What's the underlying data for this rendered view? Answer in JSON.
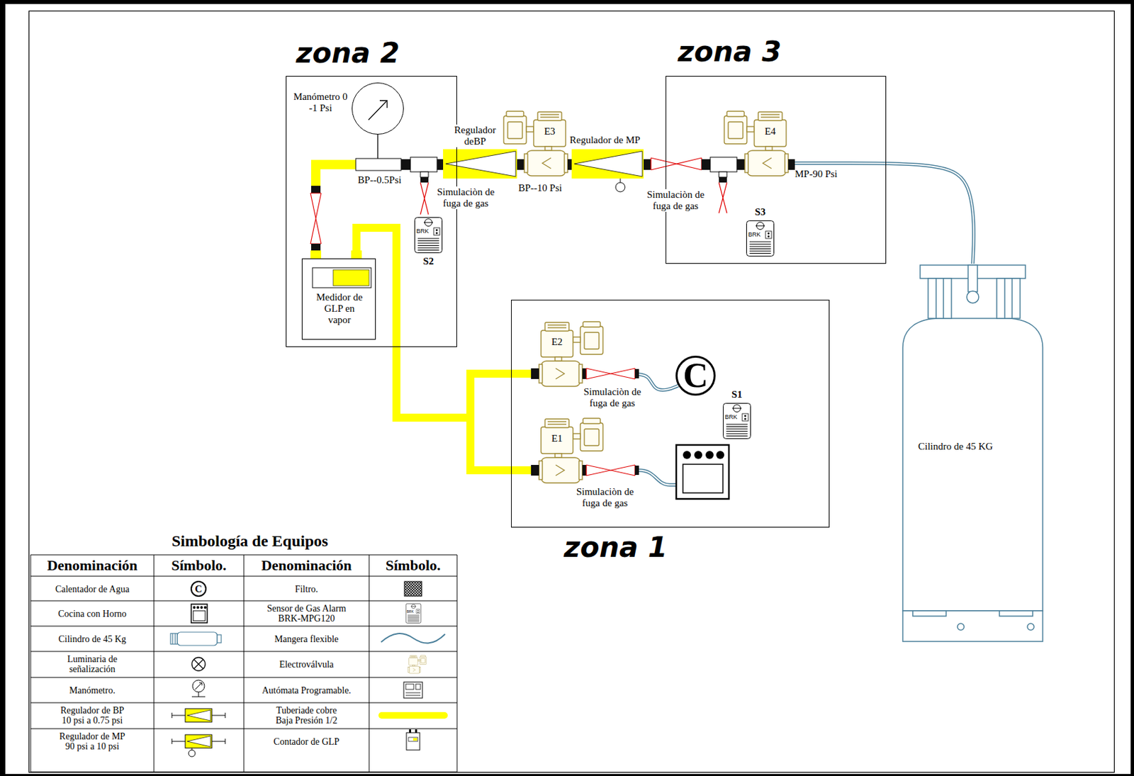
{
  "diagram": {
    "nodes": [
      {
        "text": [
          "zona 2"
        ]
      },
      {
        "text": [
          "Manómetro 0 -1 Psi"
        ],
        "in": 0
      },
      {
        "text": [
          "Medidor de GLP en vapor"
        ],
        "in": 0
      },
      {
        "text": [
          "S2"
        ],
        "in": 0
      },
      {
        "text": [
          "E3"
        ]
      },
      {
        "text": [
          "zona 3"
        ]
      },
      {
        "text": [
          "E4"
        ],
        "in": 5
      },
      {
        "text": [
          "S3"
        ],
        "in": 5
      },
      {
        "text": [
          "Cilindro de 45 KG"
        ]
      },
      {
        "text": [
          "zona 1"
        ]
      },
      {
        "text": [
          "E2"
        ],
        "in": 9
      },
      {
        "text": [
          "C"
        ],
        "in": 9
      },
      {
        "text": [
          "S1"
        ],
        "in": 9
      },
      {
        "text": [
          "E1"
        ],
        "in": 9
      }
    ],
    "edges": [
      {
        "from": 8,
        "to": 6,
        "arrow": "none"
      },
      {
        "from": 6,
        "to": 4,
        "arrow": "none"
      },
      {
        "from": 4,
        "to": 2,
        "arrow": "none"
      },
      {
        "from": 2,
        "to": 10,
        "arrow": "none"
      },
      {
        "from": 2,
        "to": 13,
        "arrow": "none"
      },
      {
        "from": 10,
        "to": 11,
        "arrow": "none"
      }
    ],
    "labels": [
      "Regulador deBP",
      "Regulador de MP",
      "BP--0.5Psi",
      "BP--10 Psi",
      "MP-90 Psi",
      "Simulaciòn de fuga de gas",
      "Simulaciòn de fuga de gas",
      "Simulaciòn de fuga de gas",
      "Simulaciòn de fuga de gas",
      "BRK",
      "BRK",
      "BRK",
      "Simbología de Equipos",
      "Denominación",
      "Símbolo.",
      "Denominación",
      "Símbolo.",
      "C",
      "BRK"
    ],
    "legend": [
      {
        "text": "Calentador de Agua"
      },
      {
        "text": "Filtro."
      },
      {
        "text": "Cocina con Horno"
      },
      {
        "text": "Sensor de Gas Alarm BRK-MPG120"
      },
      {
        "text": "Cilindro de 45 Kg"
      },
      {
        "text": "Mangera flexible"
      },
      {
        "text": "Luminaria de señalización"
      },
      {
        "text": "Electroválvula"
      },
      {
        "text": "Manómetro."
      },
      {
        "text": "Autómata Programable."
      },
      {
        "text": "Regulador de BP 10 psi a 0.75 psi"
      },
      {
        "text": "Tuberiade cobre Baja Presión 1/2",
        "color": "#ffff00"
      },
      {
        "text": "Regulador de MP 90 psi a 10 psi"
      },
      {
        "text": "Contador de GLP"
      }
    ]
  }
}
